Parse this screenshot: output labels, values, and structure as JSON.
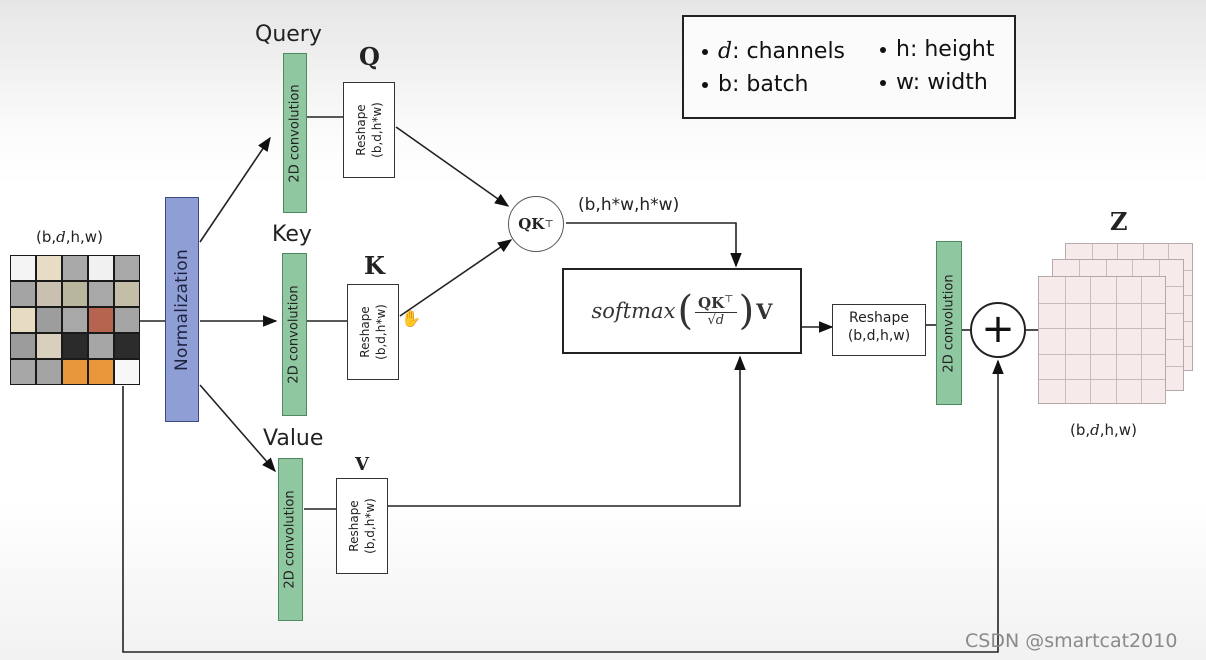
{
  "legend": {
    "channels": {
      "symbol": "d",
      "text": ": channels"
    },
    "height": "h: height",
    "batch": "b: batch",
    "width": "w: width"
  },
  "input": {
    "label_pre": "(b,",
    "label_d": "d",
    "label_post": ",h,w)",
    "cell_colors": [
      [
        "#f4f4f4",
        "#e9dcc6",
        "#a9a9a9",
        "#f1f1f1",
        "#a8a8a8"
      ],
      [
        "#a4a4a4",
        "#c9c0b2",
        "#b8b79e",
        "#a8a8a8",
        "#c4bea8"
      ],
      [
        "#e7dbc3",
        "#9d9d9d",
        "#a8a8a8",
        "#b5644f",
        "#a5a5a5"
      ],
      [
        "#9c9c9c",
        "#d8cfbd",
        "#2b2b2b",
        "#a6a6a6",
        "#2c2c2c"
      ],
      [
        "#a7a7a7",
        "#a4a4a4",
        "#e8973c",
        "#ea963a",
        "#f7f7f7"
      ]
    ]
  },
  "normalization": "Normalization",
  "branches": {
    "query": {
      "label": "Query",
      "symbol": "Q",
      "conv": "2D convolution"
    },
    "key": {
      "label": "Key",
      "symbol": "K",
      "conv": "2D convolution"
    },
    "value": {
      "label": "Value",
      "symbol": "V",
      "conv": "2D convolution"
    }
  },
  "reshape_qkv": {
    "line1": "Reshape",
    "line2": "(b,d,h*w)"
  },
  "qk_node": {
    "text": "QK",
    "sup": "⊤"
  },
  "qk_shape": "(b,h*w,h*w)",
  "softmax": {
    "func": "softmax",
    "num": "QK",
    "sup": "⊤",
    "den": "√d",
    "tail": "V"
  },
  "reshape_out": {
    "line1": "Reshape",
    "line2": "(b,d,h,w)"
  },
  "conv_out": "2D convolution",
  "add_symbol": "+",
  "output": {
    "symbol": "Z",
    "label": "(b,d,h,w)"
  },
  "watermark": "CSDN @smartcat2010",
  "colors": {
    "conv": "#8fc8a0",
    "norm": "#8f9fd6",
    "grid": "#f6eaea"
  }
}
